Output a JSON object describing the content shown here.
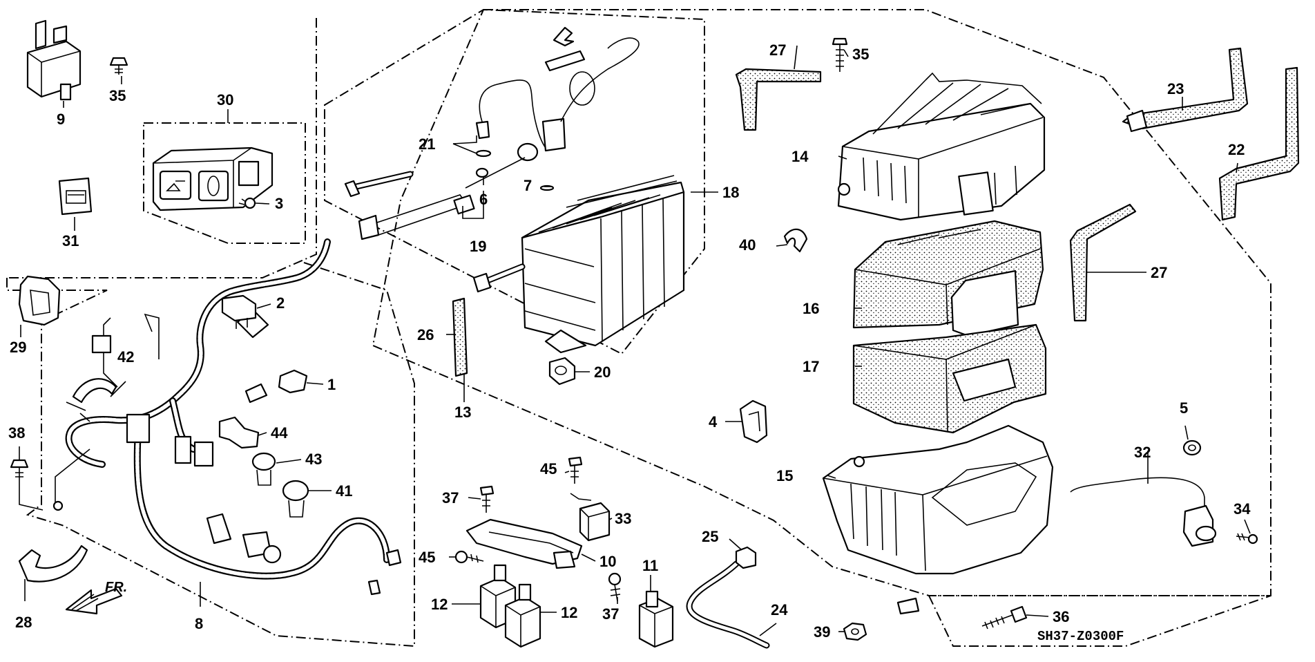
{
  "diagram": {
    "type": "exploded parts diagram",
    "code": "SH37-Z0300F",
    "direction_label": "FR.",
    "callouts": [
      {
        "id": "c1",
        "label": "1"
      },
      {
        "id": "c2",
        "label": "2"
      },
      {
        "id": "c3",
        "label": "3"
      },
      {
        "id": "c4",
        "label": "4"
      },
      {
        "id": "c5",
        "label": "5"
      },
      {
        "id": "c6",
        "label": "6"
      },
      {
        "id": "c7",
        "label": "7"
      },
      {
        "id": "c8",
        "label": "8"
      },
      {
        "id": "c9",
        "label": "9"
      },
      {
        "id": "c10",
        "label": "10"
      },
      {
        "id": "c11",
        "label": "11"
      },
      {
        "id": "c12a",
        "label": "12"
      },
      {
        "id": "c12b",
        "label": "12"
      },
      {
        "id": "c13",
        "label": "13"
      },
      {
        "id": "c14",
        "label": "14"
      },
      {
        "id": "c15",
        "label": "15"
      },
      {
        "id": "c16",
        "label": "16"
      },
      {
        "id": "c17",
        "label": "17"
      },
      {
        "id": "c18",
        "label": "18"
      },
      {
        "id": "c19",
        "label": "19"
      },
      {
        "id": "c20",
        "label": "20"
      },
      {
        "id": "c21",
        "label": "21"
      },
      {
        "id": "c22",
        "label": "22"
      },
      {
        "id": "c23",
        "label": "23"
      },
      {
        "id": "c24",
        "label": "24"
      },
      {
        "id": "c25",
        "label": "25"
      },
      {
        "id": "c26",
        "label": "26"
      },
      {
        "id": "c27a",
        "label": "27"
      },
      {
        "id": "c27b",
        "label": "27"
      },
      {
        "id": "c28",
        "label": "28"
      },
      {
        "id": "c29",
        "label": "29"
      },
      {
        "id": "c30",
        "label": "30"
      },
      {
        "id": "c31",
        "label": "31"
      },
      {
        "id": "c32",
        "label": "32"
      },
      {
        "id": "c33",
        "label": "33"
      },
      {
        "id": "c34",
        "label": "34"
      },
      {
        "id": "c35a",
        "label": "35"
      },
      {
        "id": "c35b",
        "label": "35"
      },
      {
        "id": "c36",
        "label": "36"
      },
      {
        "id": "c37a",
        "label": "37"
      },
      {
        "id": "c37b",
        "label": "37"
      },
      {
        "id": "c38",
        "label": "38"
      },
      {
        "id": "c39",
        "label": "39"
      },
      {
        "id": "c40",
        "label": "40"
      },
      {
        "id": "c41",
        "label": "41"
      },
      {
        "id": "c42",
        "label": "42"
      },
      {
        "id": "c43",
        "label": "43"
      },
      {
        "id": "c44",
        "label": "44"
      },
      {
        "id": "c45a",
        "label": "45"
      },
      {
        "id": "c45b",
        "label": "45"
      }
    ]
  }
}
